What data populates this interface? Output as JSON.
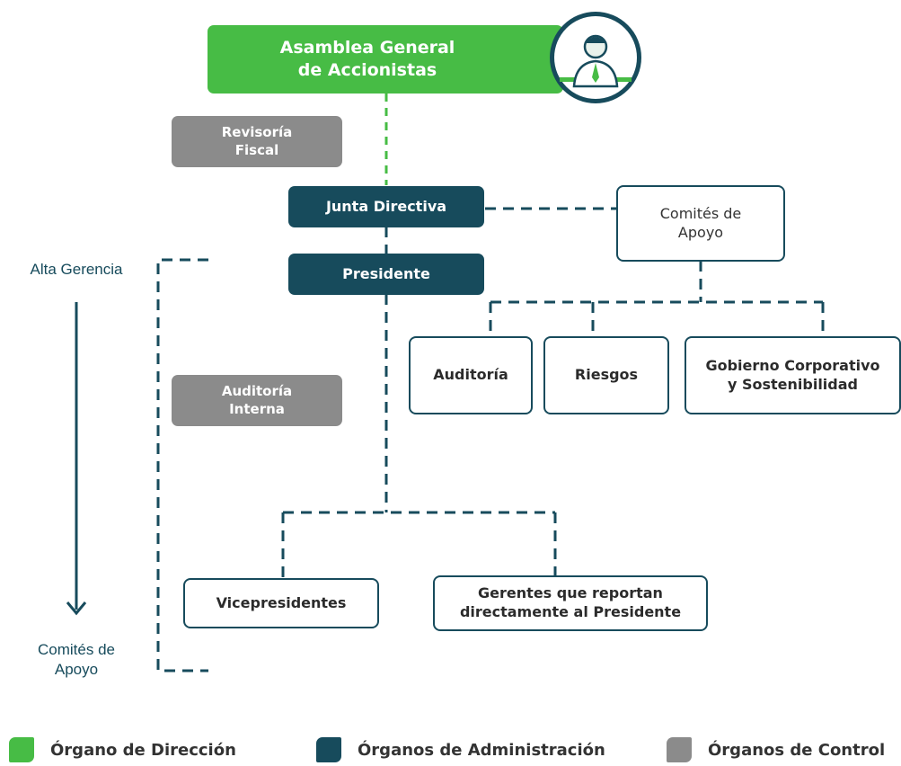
{
  "colors": {
    "direccion": "#47bc45",
    "administracion": "#174b5c",
    "control": "#8b8b8b"
  },
  "nodes": {
    "asamblea": "Asamblea General\nde Accionistas",
    "revisoria": "Revisoría\nFiscal",
    "junta": "Junta Directiva",
    "comites_apoyo": "Comités de\nApoyo",
    "presidente": "Presidente",
    "auditoria": "Auditoría",
    "riesgos": "Riesgos",
    "gobierno": "Gobierno Corporativo\ny Sostenibilidad",
    "auditoria_interna": "Auditoría\nInterna",
    "vicepresidentes": "Vicepresidentes",
    "gerentes": "Gerentes que reportan\ndirectamente al Presidente"
  },
  "side": {
    "top": "Alta Gerencia",
    "bottom": "Comités de\nApoyo"
  },
  "legend": [
    {
      "label": "Órgano de Dirección",
      "icon": "green-leaf-swatch"
    },
    {
      "label": "Órganos de Administración",
      "icon": "dark-leaf-swatch"
    },
    {
      "label": "Órganos de Control",
      "icon": "gray-leaf-swatch"
    }
  ]
}
